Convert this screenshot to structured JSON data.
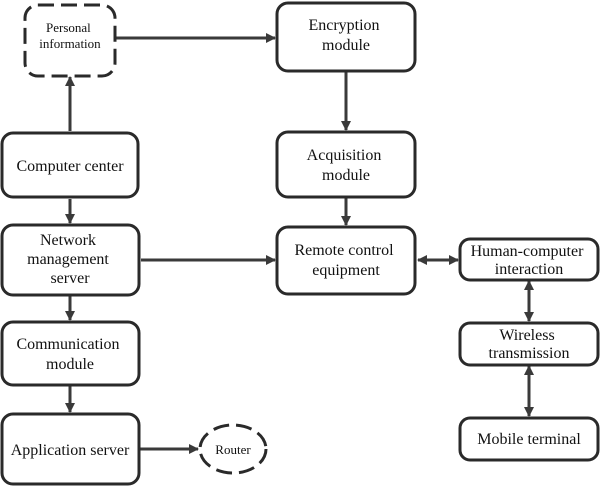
{
  "nodes": {
    "personal_info": {
      "lines": [
        "Personal",
        "information"
      ]
    },
    "computer_center": {
      "lines": [
        "Computer center"
      ]
    },
    "network_mgmt": {
      "lines": [
        "Network",
        "management",
        "server"
      ]
    },
    "communication": {
      "lines": [
        "Communication",
        "module"
      ]
    },
    "app_server": {
      "lines": [
        "Application server"
      ]
    },
    "router": {
      "lines": [
        "Router"
      ]
    },
    "encryption": {
      "lines": [
        "Encryption",
        "module"
      ]
    },
    "acquisition": {
      "lines": [
        "Acquisition",
        "module"
      ]
    },
    "remote_control": {
      "lines": [
        "Remote control",
        "equipment"
      ]
    },
    "hci": {
      "lines": [
        "Human-computer",
        "interaction"
      ]
    },
    "wireless": {
      "lines": [
        "Wireless",
        "transmission"
      ]
    },
    "mobile": {
      "lines": [
        "Mobile terminal"
      ]
    }
  },
  "edges": [
    {
      "from": "computer_center",
      "to": "personal_info",
      "style": "single-arrow"
    },
    {
      "from": "personal_info",
      "to": "encryption",
      "style": "single-arrow"
    },
    {
      "from": "encryption",
      "to": "acquisition",
      "style": "single-arrow"
    },
    {
      "from": "acquisition",
      "to": "remote_control",
      "style": "single-arrow"
    },
    {
      "from": "computer_center",
      "to": "network_mgmt",
      "style": "single-arrow"
    },
    {
      "from": "network_mgmt",
      "to": "remote_control",
      "style": "single-arrow"
    },
    {
      "from": "network_mgmt",
      "to": "communication",
      "style": "single-arrow"
    },
    {
      "from": "communication",
      "to": "app_server",
      "style": "single-arrow"
    },
    {
      "from": "app_server",
      "to": "router",
      "style": "single-arrow"
    },
    {
      "from": "remote_control",
      "to": "hci",
      "style": "double-arrow"
    },
    {
      "from": "hci",
      "to": "wireless",
      "style": "double-arrow"
    },
    {
      "from": "wireless",
      "to": "mobile",
      "style": "double-arrow"
    }
  ]
}
